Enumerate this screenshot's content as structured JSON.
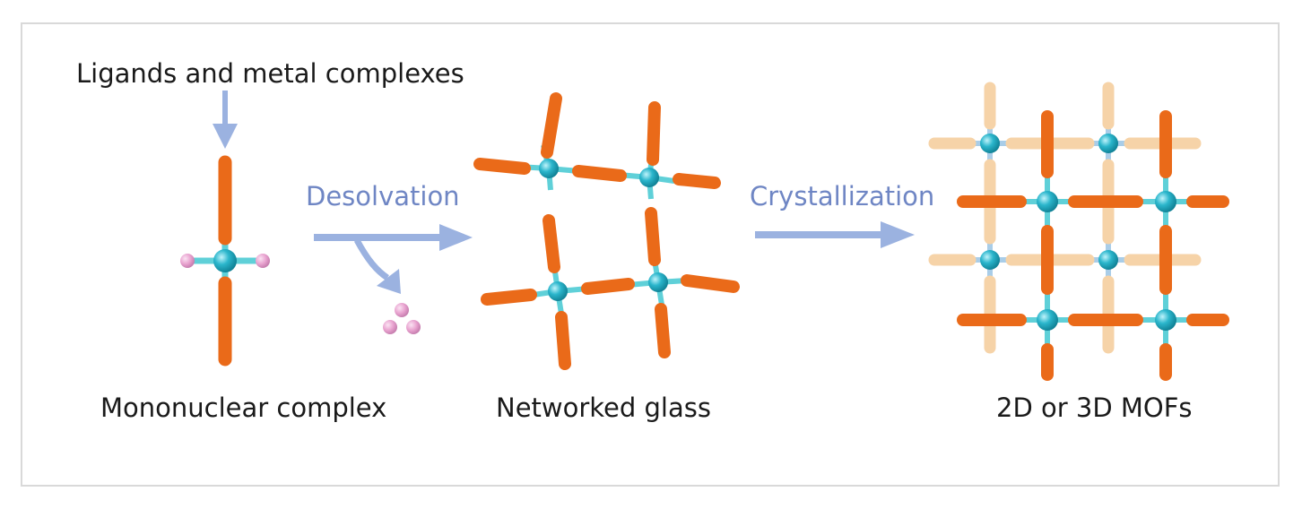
{
  "labels": {
    "input": "Ligands and metal complexes",
    "mononuclear": "Mononuclear complex",
    "glass": "Networked glass",
    "mofs": "2D or 3D MOFs"
  },
  "steps": {
    "desolvation": "Desolvation",
    "crystallization": "Crystallization"
  },
  "colors": {
    "ligand": "#ea6a19",
    "ligand_back": "#f6d3a8",
    "metal": "#2bb6cc",
    "bond": "#5fd0d8",
    "bond_back": "#a9cde8",
    "solvent": "#e8a2cf",
    "arrow": "#9bb2e0",
    "step_text": "#6f86c4"
  }
}
